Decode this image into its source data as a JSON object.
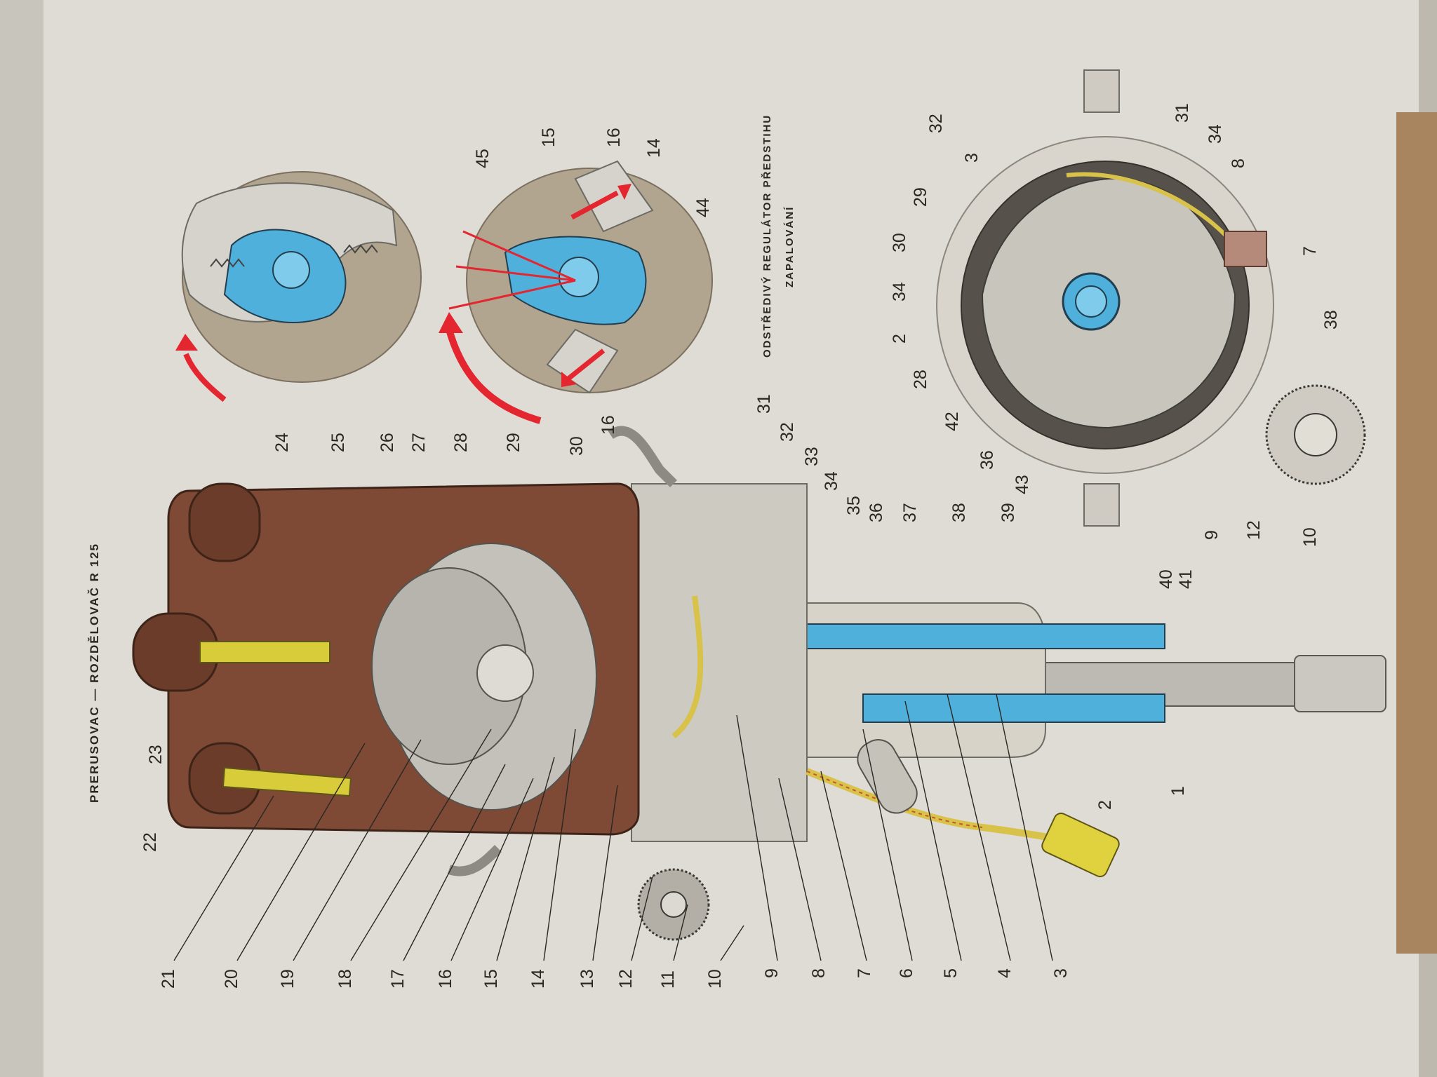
{
  "page": {
    "title": "PRERUSOVAC — ROZDĚLOVAČ R 125",
    "caption_line1": "ODSTŘEDIVÝ REGULÁTOR PŘEDSTIHU",
    "caption_line2": "ZAPALOVÁNÍ"
  },
  "colors": {
    "paper": "#dedcd5",
    "cap_brown": "#7e4a36",
    "housing_grey": "#c9c6bc",
    "insulation_blue": "#4fb0dc",
    "brass_yellow": "#d9cc3a",
    "cable_yellow": "#d8c24a",
    "arrow_red": "#e3262f",
    "ink": "#2a2622"
  },
  "callouts": {
    "main": [
      "1",
      "2",
      "3",
      "3",
      "4",
      "5",
      "6",
      "7",
      "8",
      "9",
      "10",
      "11",
      "12",
      "13",
      "14",
      "15",
      "16",
      "17",
      "18",
      "19",
      "20",
      "21",
      "22",
      "23",
      "24",
      "25",
      "26",
      "27",
      "28",
      "29",
      "30",
      "31",
      "32",
      "33",
      "34",
      "35",
      "36",
      "37",
      "38",
      "39",
      "40",
      "41"
    ],
    "top_detail": [
      "45",
      "15",
      "16",
      "14",
      "44",
      "16"
    ],
    "plate": [
      "32",
      "31",
      "34",
      "8",
      "7",
      "38",
      "3",
      "29",
      "30",
      "34",
      "2",
      "28",
      "42",
      "36",
      "43",
      "9",
      "12",
      "10"
    ]
  }
}
